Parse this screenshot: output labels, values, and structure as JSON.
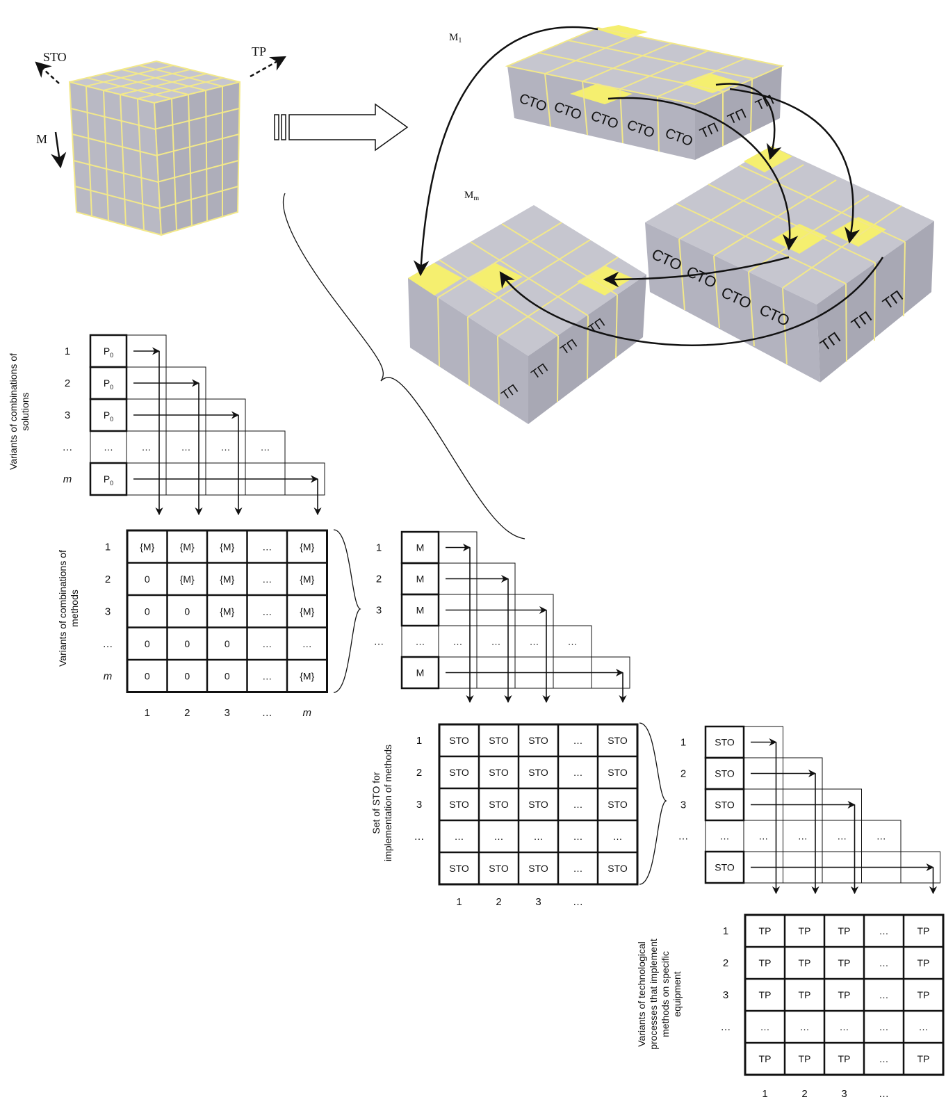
{
  "cube": {
    "axis_sto": "STO",
    "axis_tp": "TP",
    "axis_m": "M"
  },
  "layers": {
    "m1": "M",
    "m1_sub": "1",
    "mm": "M",
    "mm_sub": "m",
    "face_sto": "СТО",
    "face_tp": "ТП"
  },
  "stair_p": {
    "rows": [
      "1",
      "2",
      "3",
      "…",
      "m"
    ],
    "cells": [
      "P",
      "P",
      "P",
      "…",
      "P"
    ],
    "cell_sub": "0",
    "dots": "…",
    "ylabel_line1": "Variants of combinations of",
    "ylabel_line2": "solutions"
  },
  "matrix_m": {
    "rows": [
      "1",
      "2",
      "3",
      "…",
      "m"
    ],
    "cols": [
      "1",
      "2",
      "3",
      "…",
      "m"
    ],
    "cells": [
      [
        "{M}",
        "{M}",
        "{M}",
        "…",
        "{M}"
      ],
      [
        "0",
        "{M}",
        "{M}",
        "…",
        "{M}"
      ],
      [
        "0",
        "0",
        "{M}",
        "…",
        "{M}"
      ],
      [
        "0",
        "0",
        "0",
        "…",
        "…"
      ],
      [
        "0",
        "0",
        "0",
        "…",
        "{M}"
      ]
    ],
    "ylabel_line1": "Variants of combinations of",
    "ylabel_line2": "methods"
  },
  "stair_m": {
    "rows": [
      "1",
      "2",
      "3",
      "…",
      ""
    ],
    "cells": [
      "M",
      "M",
      "M",
      "…",
      "M"
    ],
    "dots": "…"
  },
  "matrix_sto": {
    "rows": [
      "1",
      "2",
      "3",
      "…",
      ""
    ],
    "cols": [
      "1",
      "2",
      "3",
      "…"
    ],
    "cells": [
      [
        "STO",
        "STO",
        "STO",
        "…",
        "STO"
      ],
      [
        "STO",
        "STO",
        "STO",
        "…",
        "STO"
      ],
      [
        "STO",
        "STO",
        "STO",
        "…",
        "STO"
      ],
      [
        "…",
        "…",
        "…",
        "…",
        "…"
      ],
      [
        "STO",
        "STO",
        "STO",
        "…",
        "STO"
      ]
    ],
    "ylabel_line1": "Set of STO for",
    "ylabel_line2": "implementation of methods"
  },
  "stair_sto": {
    "rows": [
      "1",
      "2",
      "3",
      "…",
      ""
    ],
    "cells": [
      "STO",
      "STO",
      "STO",
      "…",
      "STO"
    ],
    "dots": "…"
  },
  "matrix_tp": {
    "rows": [
      "1",
      "2",
      "3",
      "…",
      ""
    ],
    "cols": [
      "1",
      "2",
      "3",
      "…"
    ],
    "cells": [
      [
        "TP",
        "TP",
        "TP",
        "…",
        "TP"
      ],
      [
        "TP",
        "TP",
        "TP",
        "…",
        "TP"
      ],
      [
        "TP",
        "TP",
        "TP",
        "…",
        "TP"
      ],
      [
        "…",
        "…",
        "…",
        "…",
        "…"
      ],
      [
        "TP",
        "TP",
        "TP",
        "…",
        "TP"
      ]
    ],
    "ylabel_lines": [
      "Variants of technological",
      "processes that implement",
      "methods on specific",
      "equipment"
    ]
  },
  "colors": {
    "cube_face": "#c6c6cf",
    "cube_side": "#a8a8b4",
    "grid_line": "#f2e88a",
    "highlight": "#f5ef6f"
  }
}
